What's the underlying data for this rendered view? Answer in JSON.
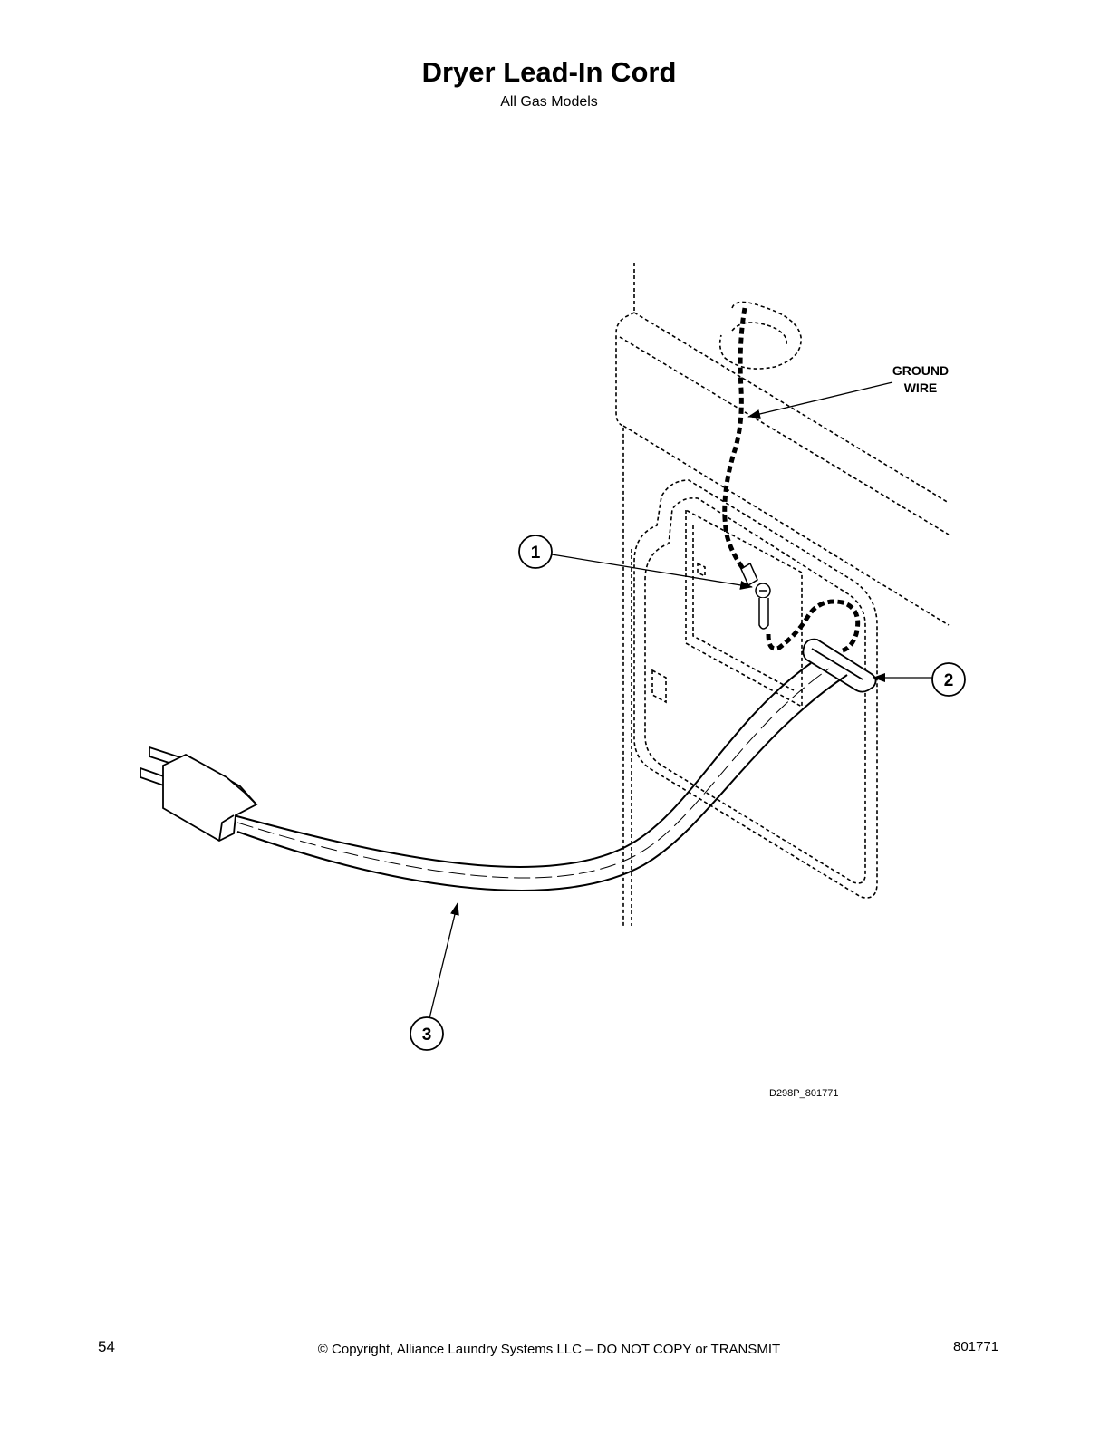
{
  "header": {
    "title": "Dryer Lead-In Cord",
    "subtitle": "All Gas Models"
  },
  "diagram": {
    "callouts": [
      {
        "number": "1",
        "part": "ground screw"
      },
      {
        "number": "2",
        "part": "strain relief"
      },
      {
        "number": "3",
        "part": "power cord"
      }
    ],
    "label_ground_wire_line1": "GROUND",
    "label_ground_wire_line2": "WIRE",
    "figure_id": "D298P_801771"
  },
  "footer": {
    "page_number": "54",
    "copyright": "© Copyright, Alliance Laundry Systems LLC – DO NOT COPY or TRANSMIT",
    "doc_number": "801771"
  }
}
